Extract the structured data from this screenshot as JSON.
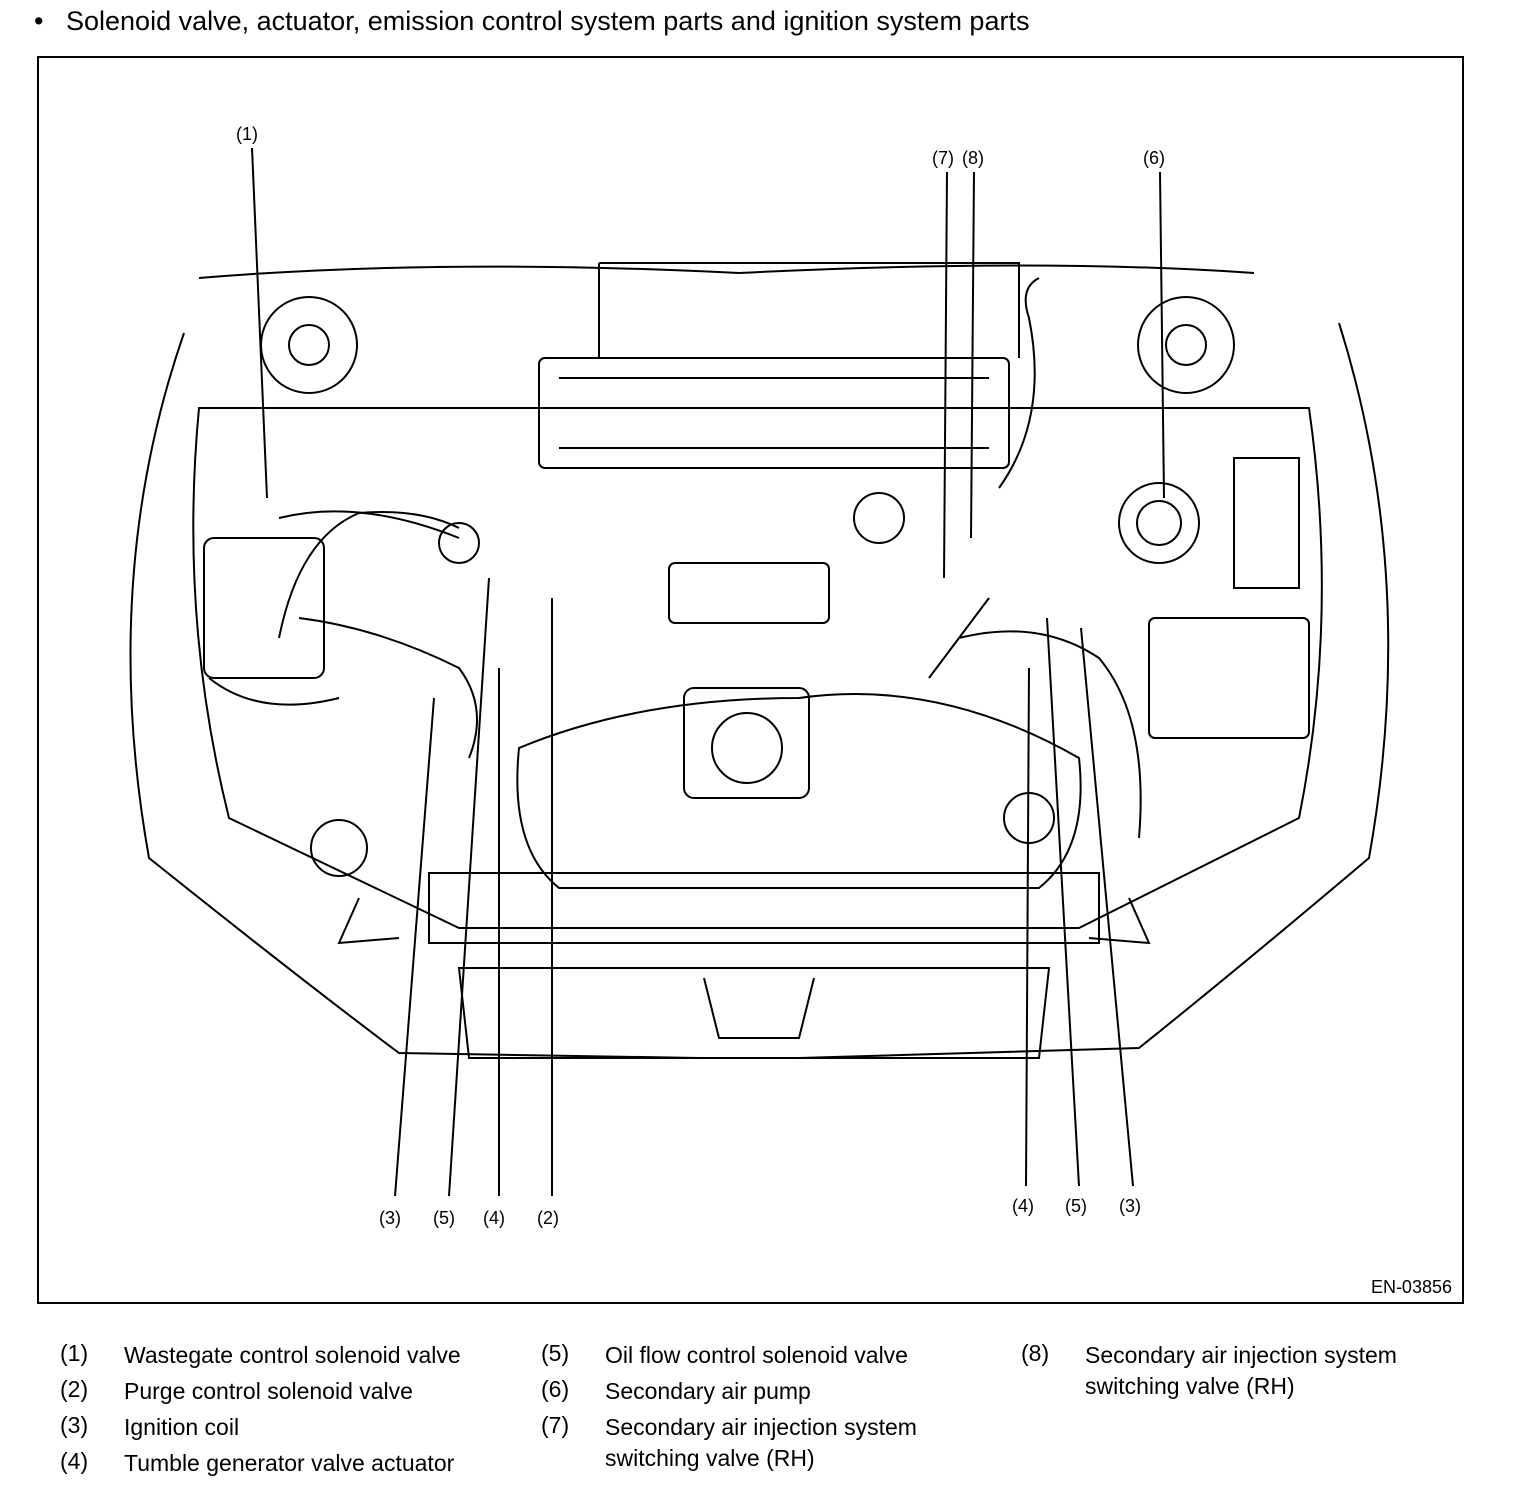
{
  "heading": {
    "bullet": "•",
    "text": "Solenoid valve, actuator, emission control system parts and ignition system parts"
  },
  "figure": {
    "code": "EN-03856",
    "callouts": {
      "c1": "(1)",
      "c7": "(7)",
      "c8": "(8)",
      "c6": "(6)",
      "c3_left": "(3)",
      "c5_left": "(5)",
      "c4_left": "(4)",
      "c2": "(2)",
      "c4_right": "(4)",
      "c5_right": "(5)",
      "c3_right": "(3)"
    }
  },
  "legend": [
    {
      "num": "(1)",
      "text": "Wastegate control solenoid valve"
    },
    {
      "num": "(2)",
      "text": "Purge control solenoid valve"
    },
    {
      "num": "(3)",
      "text": "Ignition coil"
    },
    {
      "num": "(4)",
      "text": "Tumble generator valve actuator"
    },
    {
      "num": "(5)",
      "text": "Oil flow control solenoid valve"
    },
    {
      "num": "(6)",
      "text": "Secondary air pump"
    },
    {
      "num": "(7)",
      "text": "Secondary air injection system switching valve (RH)"
    },
    {
      "num": "(8)",
      "text": "Secondary air injection system switching valve (RH)"
    }
  ]
}
